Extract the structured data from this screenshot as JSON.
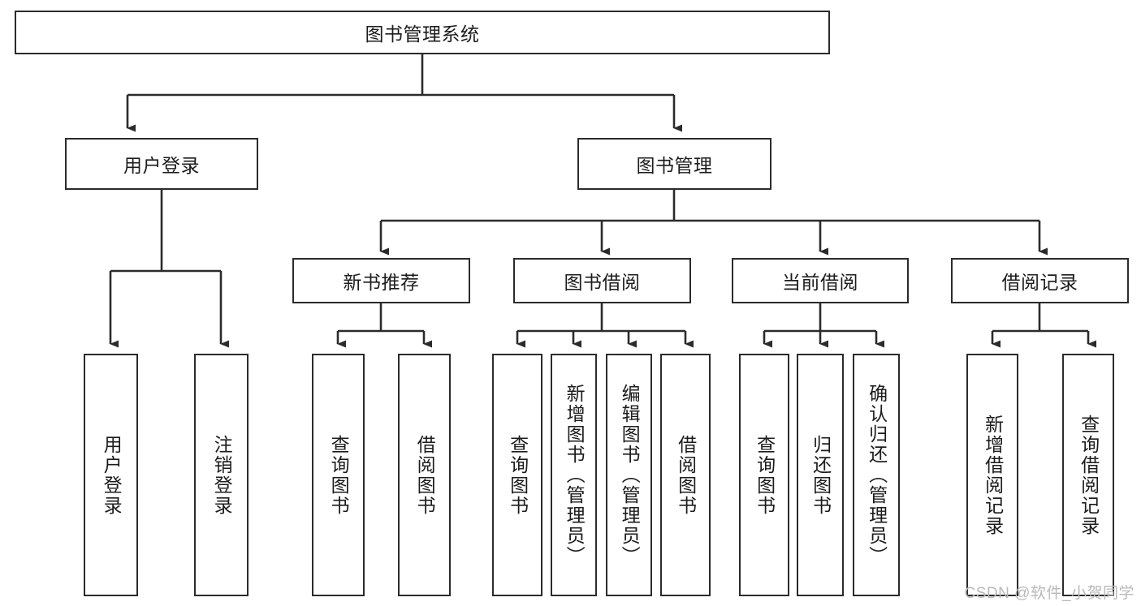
{
  "diagram": {
    "type": "tree",
    "title": "图书管理系统",
    "orientation": "top-down",
    "colors": {
      "node_border": "#2b2b2b",
      "node_fill": "#ffffff",
      "edge": "#2b2b2b",
      "text": "#1c1c1c",
      "watermark": "#b9b9b9",
      "background": "#ffffff"
    }
  },
  "watermark": {
    "text": "CSDN @软件_小贺同学"
  },
  "nodes": {
    "root": {
      "label": "图书管理系统",
      "level": 0
    },
    "level1": [
      {
        "id": "user-login",
        "label": "用户登录"
      },
      {
        "id": "book-management",
        "label": "图书管理"
      }
    ],
    "level2": [
      {
        "id": "new-book-recommend",
        "label": "新书推荐",
        "parent": "book-management"
      },
      {
        "id": "book-borrow",
        "label": "图书借阅",
        "parent": "book-management"
      },
      {
        "id": "current-borrow",
        "label": "当前借阅",
        "parent": "book-management"
      },
      {
        "id": "borrow-record",
        "label": "借阅记录",
        "parent": "book-management"
      }
    ],
    "leaves": [
      {
        "id": "leaf-user-login",
        "label": "用户登录",
        "parent": "user-login"
      },
      {
        "id": "leaf-logout",
        "label": "注销登录",
        "parent": "user-login"
      },
      {
        "id": "leaf-query-book-1",
        "label": "查询图书",
        "parent": "new-book-recommend"
      },
      {
        "id": "leaf-borrow-book-1",
        "label": "借阅图书",
        "parent": "new-book-recommend"
      },
      {
        "id": "leaf-query-book-2",
        "label": "查询图书",
        "parent": "book-borrow"
      },
      {
        "id": "leaf-add-book",
        "label": "新增图书（管理员）",
        "parent": "book-borrow"
      },
      {
        "id": "leaf-edit-book",
        "label": "编辑图书（管理员）",
        "parent": "book-borrow"
      },
      {
        "id": "leaf-borrow-book-2",
        "label": "借阅图书",
        "parent": "book-borrow"
      },
      {
        "id": "leaf-query-book-3",
        "label": "查询图书",
        "parent": "current-borrow"
      },
      {
        "id": "leaf-return-book",
        "label": "归还图书",
        "parent": "current-borrow"
      },
      {
        "id": "leaf-confirm-return",
        "label": "确认归还（管理员）",
        "parent": "current-borrow"
      },
      {
        "id": "leaf-add-record",
        "label": "新增借阅记录",
        "parent": "borrow-record"
      },
      {
        "id": "leaf-query-record",
        "label": "查询借阅记录",
        "parent": "borrow-record"
      }
    ]
  }
}
